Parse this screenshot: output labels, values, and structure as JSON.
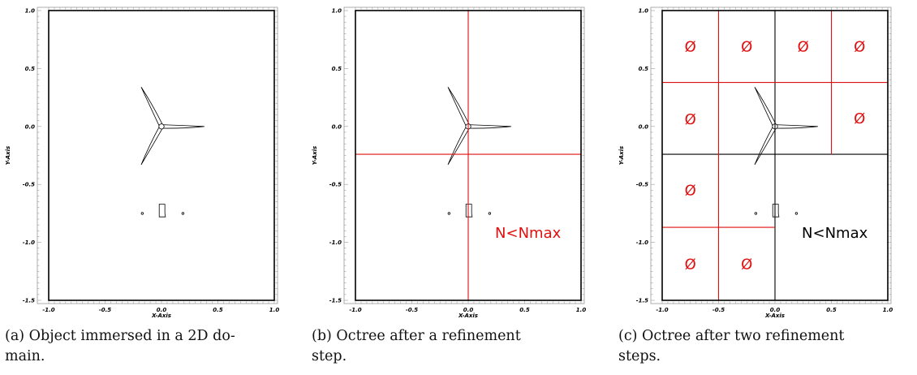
{
  "panels": [
    {
      "id": "a",
      "caption": "(a) Object immersed in a 2D do- main.",
      "caption_lines": [
        "(a) Object immersed in a 2D do-",
        "main."
      ],
      "x_axis_label": "X-Axis",
      "y_axis_label": "Y-Axis",
      "x_ticks": [
        "-1.0",
        "-0.5",
        "0.0",
        "0.5",
        "1.0"
      ],
      "y_ticks": [
        "1.0",
        "0.5",
        "0.0",
        "-0.5",
        "-1.0",
        "-1.5"
      ],
      "grid_lines": [],
      "cell_labels": []
    },
    {
      "id": "b",
      "caption": "(b) Octree after a refinement step.",
      "caption_lines": [
        "(b)  Octree  after  a  refinement",
        "step."
      ],
      "x_axis_label": "X-Axis",
      "y_axis_label": "Y-Axis",
      "x_ticks": [
        "-1.0",
        "-0.5",
        "0.0",
        "0.5",
        "1.0"
      ],
      "y_ticks": [
        "1.0",
        "0.5",
        "0.0",
        "-0.5",
        "-1.0",
        "-1.5"
      ],
      "grid_lines": [
        {
          "x1": 0.0,
          "y1": 1.0,
          "x2": 0.0,
          "y2": -1.5,
          "color": "#e01010"
        },
        {
          "x1": -1.0,
          "y1": -0.24,
          "x2": 1.0,
          "y2": -0.24,
          "color": "#e01010"
        }
      ],
      "cell_labels": [
        {
          "text": "N<Nmax",
          "x": 0.53,
          "y": -0.92,
          "color": "#e01010"
        }
      ]
    },
    {
      "id": "c",
      "caption": "(c) Octree after two refinement steps.",
      "caption_lines": [
        "(c)  Octree  after  two  refinement",
        "steps."
      ],
      "x_axis_label": "X-Axis",
      "y_axis_label": "Y-Axis",
      "x_ticks": [
        "-1.0",
        "-0.5",
        "0.0",
        "0.5",
        "1.0"
      ],
      "y_ticks": [
        "1.0",
        "0.5",
        "0.0",
        "-0.5",
        "-1.0",
        "-1.5"
      ],
      "grid_lines": [
        {
          "x1": 0.0,
          "y1": 1.0,
          "x2": 0.0,
          "y2": -1.5,
          "color": "#000000"
        },
        {
          "x1": -1.0,
          "y1": -0.24,
          "x2": 1.0,
          "y2": -0.24,
          "color": "#000000"
        },
        {
          "x1": -0.5,
          "y1": 1.0,
          "x2": -0.5,
          "y2": -1.5,
          "color": "#e01010"
        },
        {
          "x1": -1.0,
          "y1": 0.38,
          "x2": 1.0,
          "y2": 0.38,
          "color": "#e01010"
        },
        {
          "x1": 0.5,
          "y1": 1.0,
          "x2": 0.5,
          "y2": -0.24,
          "color": "#e01010"
        },
        {
          "x1": -1.0,
          "y1": -0.87,
          "x2": 0.0,
          "y2": -0.87,
          "color": "#e01010"
        }
      ],
      "cell_labels": [
        {
          "text": "Ø",
          "x": -0.75,
          "y": 0.69,
          "color": "#e01010"
        },
        {
          "text": "Ø",
          "x": -0.25,
          "y": 0.69,
          "color": "#e01010"
        },
        {
          "text": "Ø",
          "x": 0.25,
          "y": 0.69,
          "color": "#e01010"
        },
        {
          "text": "Ø",
          "x": 0.75,
          "y": 0.69,
          "color": "#e01010"
        },
        {
          "text": "Ø",
          "x": -0.75,
          "y": 0.06,
          "color": "#e01010"
        },
        {
          "text": "Ø",
          "x": 0.75,
          "y": 0.07,
          "color": "#e01010"
        },
        {
          "text": "Ø",
          "x": -0.75,
          "y": -0.55,
          "color": "#e01010"
        },
        {
          "text": "Ø",
          "x": -0.75,
          "y": -1.19,
          "color": "#e01010"
        },
        {
          "text": "Ø",
          "x": -0.25,
          "y": -1.19,
          "color": "#e01010"
        },
        {
          "text": "N<Nmax",
          "x": 0.53,
          "y": -0.92,
          "color": "#000000"
        }
      ]
    }
  ],
  "colors": {
    "refinement_line": "#e01010",
    "previous_line": "#000000",
    "frame": "#000000",
    "object_outline": "#000000"
  }
}
